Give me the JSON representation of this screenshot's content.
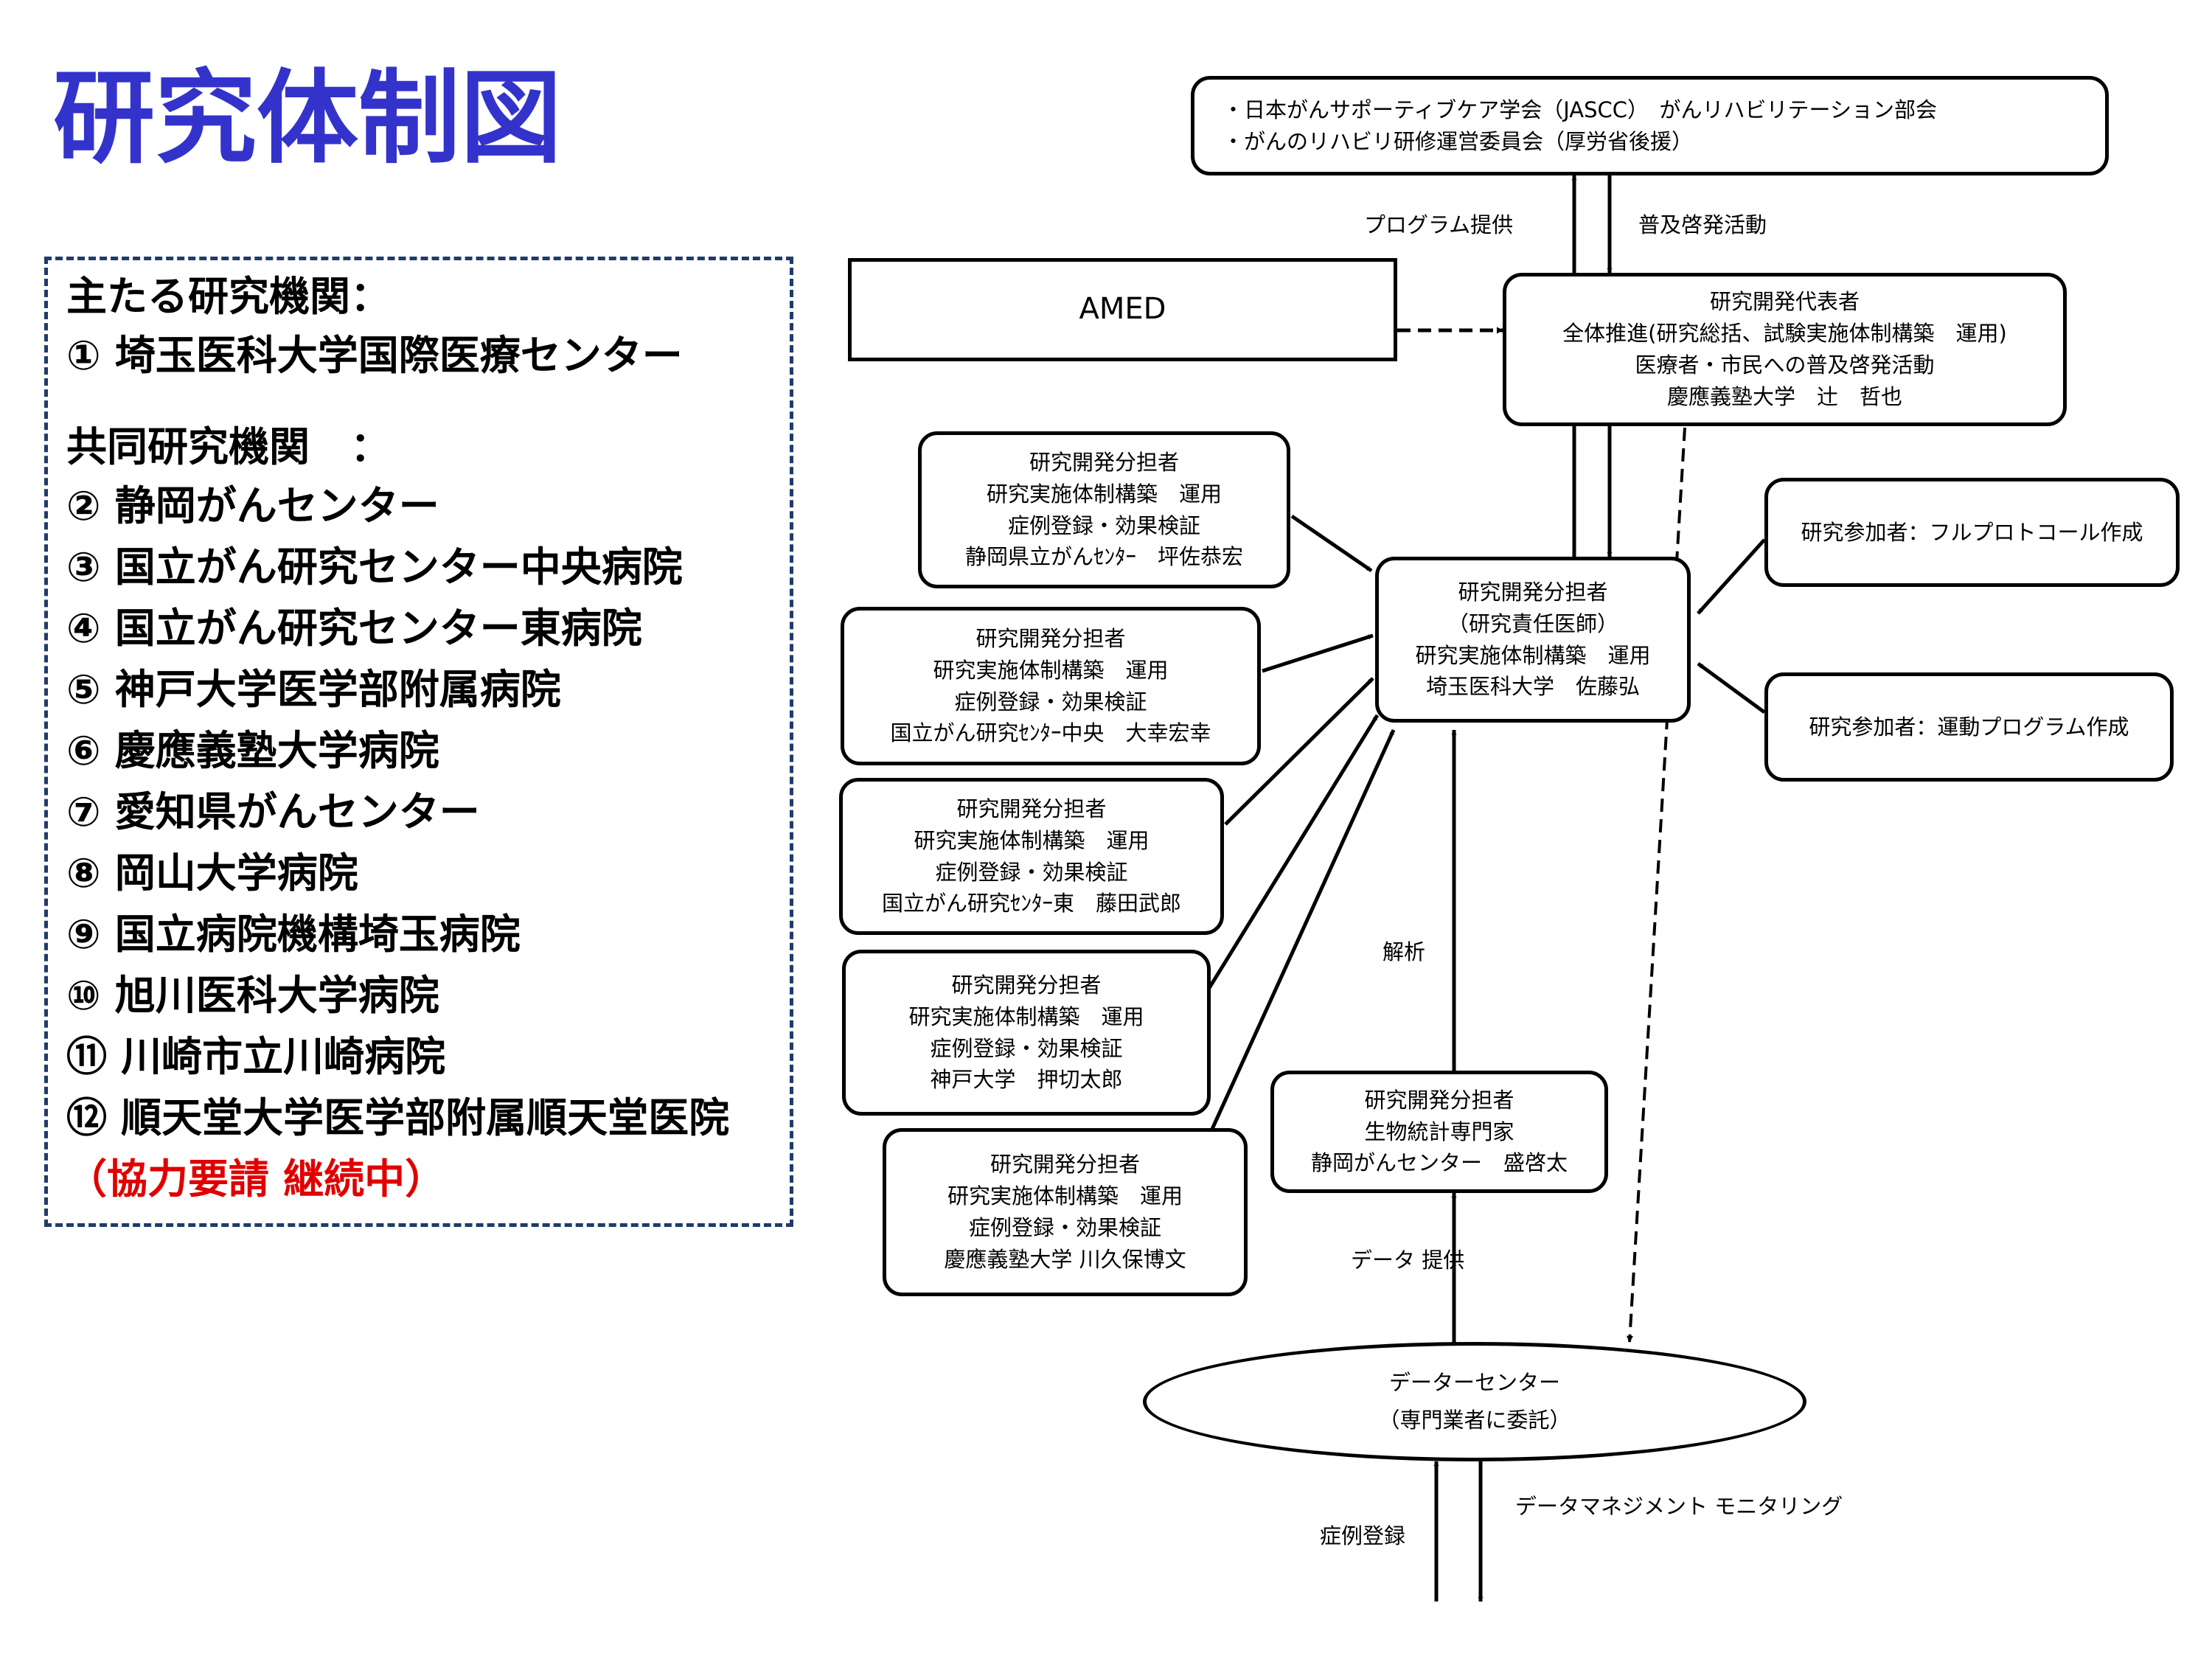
{
  "title": "研究体制図",
  "institutions": {
    "main_heading": "主たる研究機関：",
    "main_items": [
      "① 埼玉医科大学国際医療センター"
    ],
    "joint_heading": "共同研究機関　：",
    "joint_items": [
      "② 静岡がんセンター",
      "③ 国立がん研究センター中央病院",
      "④ 国立がん研究センター東病院",
      "⑤ 神戸大学医学部附属病院",
      "⑥ 慶應義塾大学病院",
      "⑦ 愛知県がんセンター",
      "⑧ 岡山大学病院",
      "⑨ 国立病院機構埼玉病院",
      "⑩ 旭川医科大学病院",
      "⑪ 川崎市立川崎病院",
      "⑫ 順天堂大学医学部附属順天堂医院"
    ],
    "note": "（協力要請 継続中）",
    "note_color": "#e00000"
  },
  "colors": {
    "title": "#3333cc",
    "panel_border": "#1f3b6e"
  },
  "diagram": {
    "jascc": [
      "・日本がんサポーティブケア学会（JASCC）　がんリハビリテーション部会",
      "・がんのリハビリ研修運営委員会（厚労省後援）"
    ],
    "amed": "AMED",
    "representative": [
      "研究開発代表者",
      "全体推進(研究総括、試験実施体制構築　運用)",
      "医療者・市民への普及啓発活動",
      "慶應義塾大学　辻　哲也"
    ],
    "central": [
      "研究開発分担者",
      "（研究責任医師）",
      "研究実施体制構築　運用",
      "埼玉医科大学　佐藤弘"
    ],
    "participants": [
      "研究参加者：フルプロトコール作成",
      "研究参加者：運動プログラム作成"
    ],
    "sub_investigators": [
      [
        "研究開発分担者",
        "研究実施体制構築　運用",
        "症例登録・効果検証",
        "静岡県立がんｾﾝﾀｰ　坪佐恭宏"
      ],
      [
        "研究開発分担者",
        "研究実施体制構築　運用",
        "症例登録・効果検証",
        "国立がん研究ｾﾝﾀｰ中央　大幸宏幸"
      ],
      [
        "研究開発分担者",
        "研究実施体制構築　運用",
        "症例登録・効果検証",
        "国立がん研究ｾﾝﾀｰ東　藤田武郎"
      ],
      [
        "研究開発分担者",
        "研究実施体制構築　運用",
        "症例登録・効果検証",
        "神戸大学　押切太郎"
      ],
      [
        "研究開発分担者",
        "研究実施体制構築　運用",
        "症例登録・効果検証",
        "慶應義塾大学 川久保博文"
      ]
    ],
    "biostat": [
      "研究開発分担者",
      "生物統計専門家",
      "静岡がんセンター　盛啓太"
    ],
    "data_center": [
      "データーセンター",
      "（専門業者に委託）"
    ],
    "labels": {
      "program": "プログラム提供",
      "dissemination": "普及啓発活動",
      "analysis": "解析",
      "data_provision": [
        "データ",
        "提供"
      ],
      "case_registration": "症例登録",
      "data_management": [
        "データマネジメント",
        "モニタリング"
      ]
    }
  }
}
